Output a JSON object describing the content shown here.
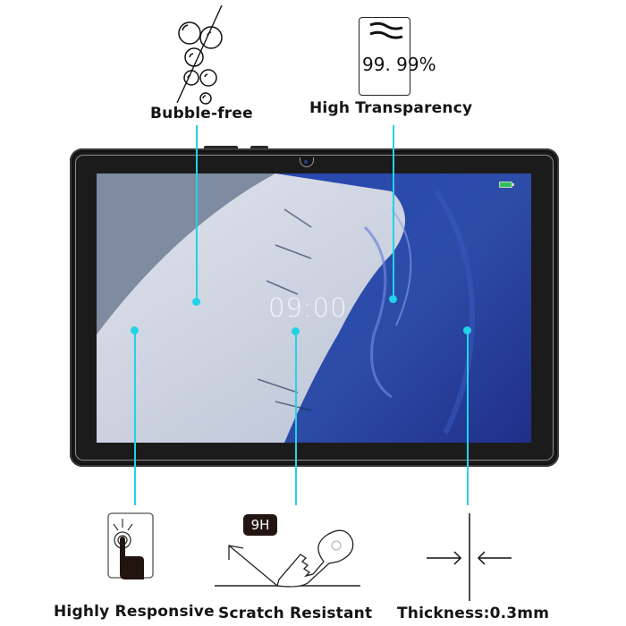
{
  "features": {
    "bubble_free": {
      "label": "Bubble-free",
      "icon": "bubbles-icon"
    },
    "high_transparency": {
      "label": "High Transparency",
      "value": "99. 99%",
      "icon": "transparency-card-icon"
    },
    "highly_responsive": {
      "label": "Highly Responsive",
      "icon": "touch-finger-icon"
    },
    "scratch_resistant": {
      "label": "Scratch Resistant",
      "badge": "9H",
      "icon": "key-scratch-icon"
    },
    "thickness": {
      "label": "Thickness:0.3mm",
      "icon": "thickness-arrows-icon"
    }
  },
  "tablet": {
    "lock_screen_time": "09:00",
    "battery_status": "charged"
  },
  "colors": {
    "pointer": "#21d3e6",
    "bezel": "#1b1b1b",
    "screen_blue": "#2a3f9c",
    "battery": "#2fbf5a"
  }
}
